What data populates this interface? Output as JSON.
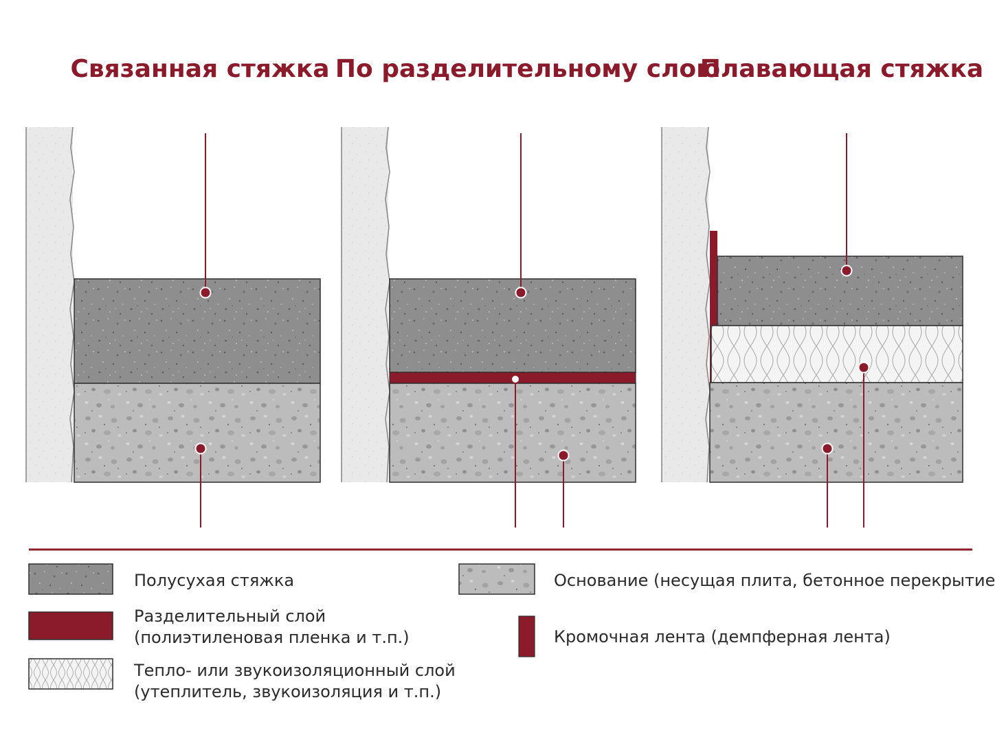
{
  "titles": {
    "bonded": "Связанная стяжка",
    "separating": "По разделительному слою",
    "floating": "Плавающая стяжка"
  },
  "legend": {
    "screed": "Полусухая стяжка",
    "separating_line1": "Разделительный слой",
    "separating_line2": "(полиэтиленовая пленка и т.п.)",
    "insulation_line1": "Тепло- или звукоизоляционный слой",
    "insulation_line2": "(утеплитель, звукоизоляция и т.п.)",
    "base": "Основание (несущая плита, бетонное перекрытие)",
    "edge_tape": "Кромочная лента (демпферная лента)"
  },
  "colors": {
    "accent": "#8b1a2b",
    "screed": "#8c8c8c",
    "base": "#bdbdbd",
    "wall": "#e6e6e6",
    "insulation": "#f2f2f2"
  }
}
